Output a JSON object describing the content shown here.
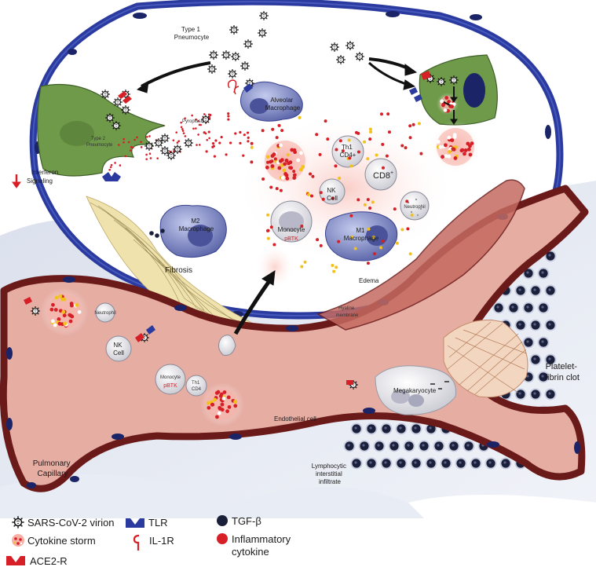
{
  "labels": {
    "type1_pneumocyte": [
      "Type 1",
      "Pneumocyte"
    ],
    "type2_pneumocyte": [
      "Type 2",
      "Pneumocyte"
    ],
    "pyroptosis": "Pyroptosis",
    "interferon_signaling": [
      "Interferon",
      "Signaling"
    ],
    "alveolar_macrophage": [
      "Alveolar",
      "Macrophage"
    ],
    "m2_macrophage": [
      "M2",
      "Macrophage"
    ],
    "m1_macrophage": [
      "M1",
      "Macrophage"
    ],
    "th1_cd4": [
      "Th1",
      "CD4+"
    ],
    "cd8": "CD8",
    "cd8_sup": "+",
    "nk_cell": [
      "NK",
      "Cell"
    ],
    "neutrophil": "Neutrophil",
    "monocyte": "Monocyte",
    "pbtk": "pBTK",
    "fibrosis": "Fibrosis",
    "edema": "Edema",
    "hyaline_membrane": [
      "Hyaline",
      "membrane"
    ],
    "platelet_fibrin_clot": [
      "Platelet-",
      "fibrin clot"
    ],
    "megakaryocyte": "Megakaryocyte",
    "endothelial_cell": "Endothelial cell",
    "pulmonary_capillary": [
      "Pulmonary",
      "Capillary"
    ],
    "lymphocytic_infiltrate": [
      "Lymphocytic",
      "interstitial",
      "infiltrate"
    ],
    "vessel_neutrophil": "Neutrophil",
    "vessel_nk_cell": [
      "NK",
      "Cell"
    ],
    "vessel_monocyte": "Monocyte",
    "vessel_pbtk": "pBTK",
    "vessel_th1_cd4": [
      "Th1",
      "CD4"
    ]
  },
  "legend": {
    "virion": "SARS-CoV-2 virion",
    "cytokine_storm": "Cytokine storm",
    "ace2r": "ACE2-R",
    "tlr": "TLR",
    "il1r": "IL-1R",
    "tgfb": "TGF-β",
    "inflammatory_cytokine": [
      "Inflammatory",
      "cytokine"
    ]
  },
  "colors": {
    "alveolar_wall": "#2a3a9e",
    "capillary_wall": "#6b1a1a",
    "capillary_fill": "#e6ada3",
    "pneumocyte_green": "#6f9a4a",
    "macrophage": "#7b86c4",
    "cytokine_red": "#d61f26",
    "cytokine_yellow": "#f2c21b",
    "tgf_dark": "#1a1f3a",
    "fibrosis": "#e6d596"
  }
}
